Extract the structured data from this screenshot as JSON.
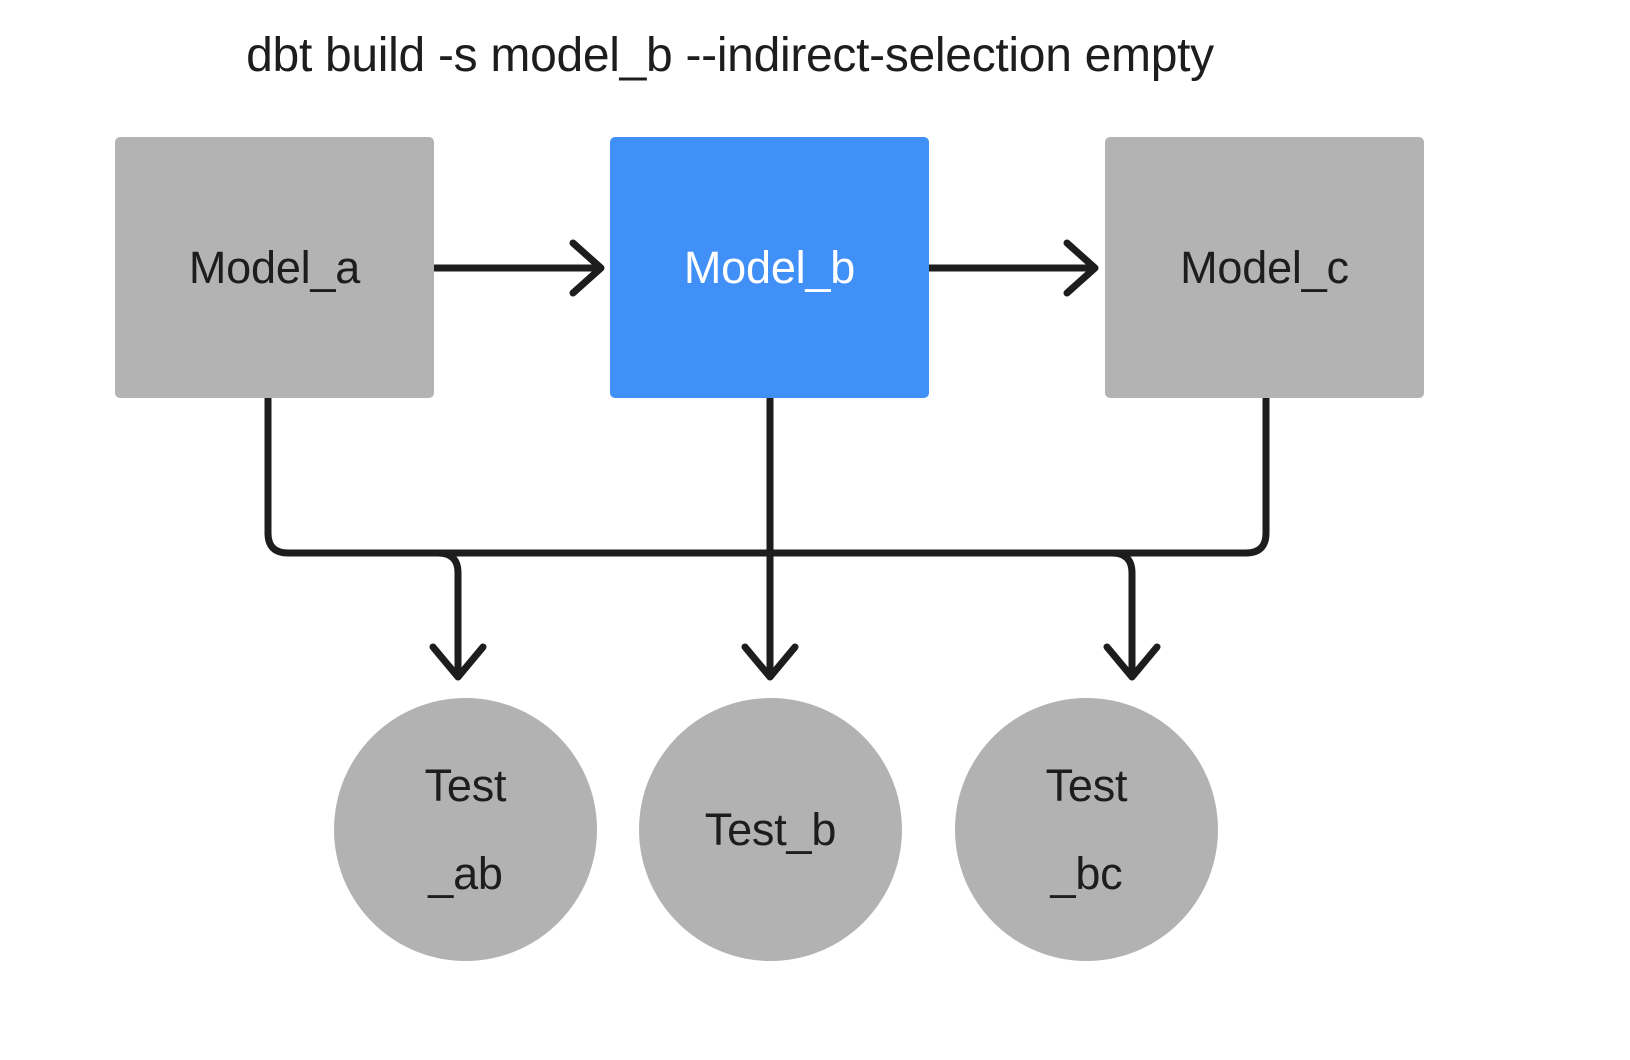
{
  "title": "dbt build -s model_b --indirect-selection empty",
  "colors": {
    "background": "#ffffff",
    "node_gray": "#b3b3b3",
    "node_blue": "#4190f7",
    "circle_gray": "#b2b2b2",
    "text_dark": "#1d1d1d",
    "text_light": "#ffffff",
    "edge": "#1d1d1d"
  },
  "models": [
    {
      "id": "model_a",
      "label": "Model_a",
      "state": "unselected"
    },
    {
      "id": "model_b",
      "label": "Model_b",
      "state": "selected"
    },
    {
      "id": "model_c",
      "label": "Model_c",
      "state": "unselected"
    }
  ],
  "tests": [
    {
      "id": "test_ab",
      "line1": "Test",
      "line2": "_ab",
      "state": "unselected"
    },
    {
      "id": "test_b",
      "line1": "Test_b",
      "line2": "",
      "state": "unselected"
    },
    {
      "id": "test_bc",
      "line1": "Test",
      "line2": "_bc",
      "state": "unselected"
    }
  ],
  "edges": [
    {
      "from": "model_a",
      "to": "model_b",
      "kind": "lineage"
    },
    {
      "from": "model_b",
      "to": "model_c",
      "kind": "lineage"
    },
    {
      "from": "model_a",
      "to": "test_ab",
      "kind": "test"
    },
    {
      "from": "model_b",
      "to": "test_ab",
      "kind": "test"
    },
    {
      "from": "model_b",
      "to": "test_b",
      "kind": "test"
    },
    {
      "from": "model_b",
      "to": "test_bc",
      "kind": "test"
    },
    {
      "from": "model_c",
      "to": "test_bc",
      "kind": "test"
    }
  ]
}
